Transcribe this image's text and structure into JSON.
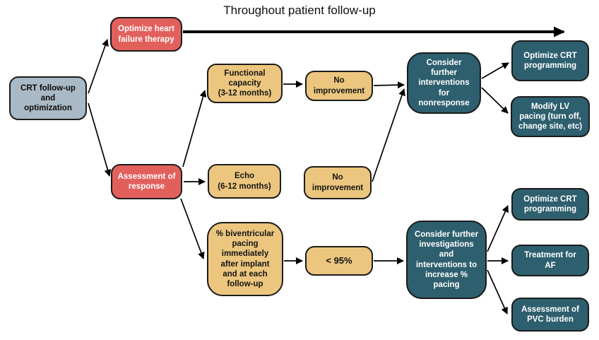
{
  "title": "Throughout patient follow-up",
  "colors": {
    "start": "#a9bac6",
    "action": "#e2605c",
    "assess": "#ecc67e",
    "intervention": "#2e5f6e",
    "border": "#1c1c1c",
    "arrow": "#000000"
  },
  "nodes": {
    "crt": {
      "label": "CRT follow-up\nand\noptimization"
    },
    "optimize_hf": {
      "label": "Optimize heart\nfailure therapy"
    },
    "functional": {
      "label": "Functional\ncapacity\n(3-12 months)"
    },
    "no_improvement_1": {
      "label": "No\nimprovement"
    },
    "consider_interventions": {
      "label": "Consider\nfurther\ninterventions\nfor\nnonresponse"
    },
    "optimize_crt_1": {
      "label": "Optimize CRT\nprogramming"
    },
    "modify_lv": {
      "label": "Modify LV\npacing (turn off,\nchange site, etc)"
    },
    "assessment": {
      "label": "Assessment of\nresponse"
    },
    "echo": {
      "label": "Echo\n(6-12 months)"
    },
    "no_improvement_2": {
      "label": "No\nimprovement"
    },
    "biv_pacing": {
      "label": "% biventricular\npacing\nimmediately\nafter implant\nand at each\nfollow-up"
    },
    "lt95": {
      "label": "< 95%"
    },
    "consider_investigations": {
      "label": "Consider further\ninvestigations\nand\ninterventions to\nincrease %\npacing"
    },
    "optimize_crt_2": {
      "label": "Optimize CRT\nprogramming"
    },
    "treatment_af": {
      "label": "Treatment for\nAF"
    },
    "pvc_burden": {
      "label": "Assessment of\nPVC burden"
    }
  }
}
